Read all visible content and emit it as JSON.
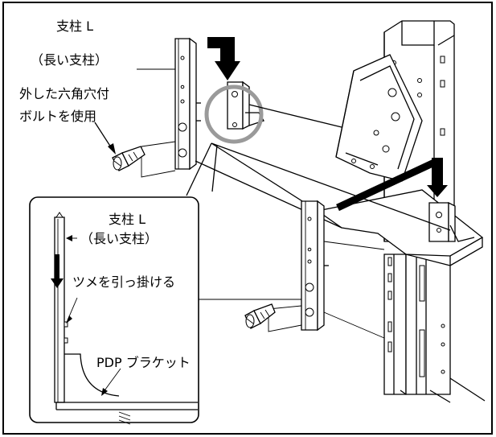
{
  "labels": {
    "post_l_top": "支柱 L",
    "post_l_top_sub": "（長い支柱）",
    "bolt_line1": "外した六角穴付",
    "bolt_line2": "ボルトを使用",
    "post_l_inset": "支柱 L",
    "post_l_inset_sub": "（長い支柱）",
    "hook_note": "ツメを引っ掛ける",
    "bracket": "PDP ブラケット"
  },
  "colors": {
    "ink": "#000000",
    "highlight": "#9a9a9a",
    "paper": "#ffffff"
  },
  "icons": [
    "down-arrow-icon",
    "l-arrow-icon",
    "bolt-icon"
  ]
}
